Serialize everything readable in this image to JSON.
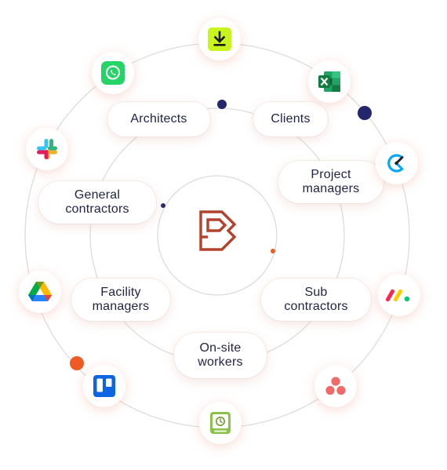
{
  "brand": {
    "logo_icon": "b-brand-logo-icon",
    "logo_color": "#b2432c"
  },
  "colors": {
    "ink": "#1f2347",
    "ring": "#dcdcdc",
    "dot_navy": "#23266b",
    "dot_orange": "#f05a23"
  },
  "roles": [
    {
      "id": "architects",
      "label": "Architects"
    },
    {
      "id": "clients",
      "label": "Clients"
    },
    {
      "id": "project-managers",
      "label": "Project\nmanagers"
    },
    {
      "id": "general-contractors",
      "label": "General\ncontractors"
    },
    {
      "id": "facility-managers",
      "label": "Facility\nmanagers"
    },
    {
      "id": "sub-contractors",
      "label": "Sub\ncontractors"
    },
    {
      "id": "on-site-workers",
      "label": "On-site\nworkers"
    }
  ],
  "apps": [
    {
      "id": "download",
      "icon": "download-icon"
    },
    {
      "id": "whatsapp",
      "icon": "whatsapp-icon"
    },
    {
      "id": "excel",
      "icon": "excel-icon"
    },
    {
      "id": "slack",
      "icon": "slack-icon"
    },
    {
      "id": "clockify",
      "icon": "clockify-icon"
    },
    {
      "id": "google-drive",
      "icon": "google-drive-icon"
    },
    {
      "id": "monday",
      "icon": "monday-icon"
    },
    {
      "id": "trello",
      "icon": "trello-icon"
    },
    {
      "id": "asana",
      "icon": "asana-icon"
    },
    {
      "id": "android",
      "icon": "android-app-icon"
    }
  ]
}
